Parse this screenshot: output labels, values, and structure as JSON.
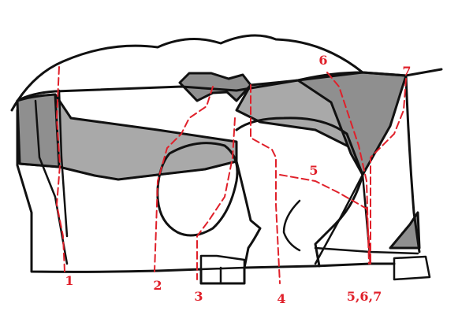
{
  "colors": {
    "outline": "#111111",
    "route": "#e0202a",
    "shade_dark": "#8f8f8f",
    "shade_mid": "#a9a9a9",
    "background": "#ffffff"
  },
  "routes": [
    {
      "id": "r1",
      "label": "1"
    },
    {
      "id": "r2",
      "label": "2"
    },
    {
      "id": "r3",
      "label": "3"
    },
    {
      "id": "r4",
      "label": "4"
    },
    {
      "id": "r5",
      "label": "5"
    },
    {
      "id": "r6",
      "label": "6"
    },
    {
      "id": "r7",
      "label": "7"
    },
    {
      "id": "r567",
      "label": "5,6,7"
    }
  ]
}
